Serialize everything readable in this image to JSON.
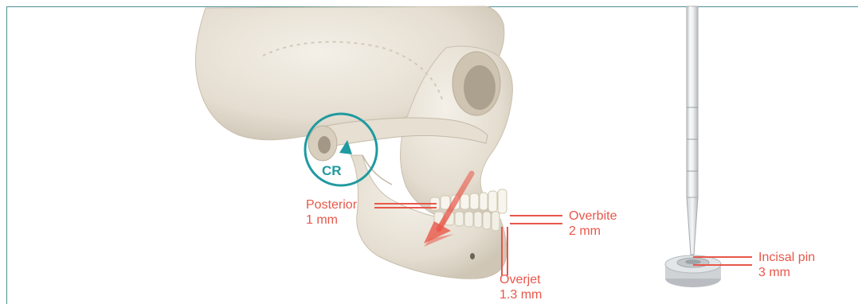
{
  "colors": {
    "accent_red": "#e8574a",
    "accent_teal": "#1f9aa0",
    "bone": "#e9e3d8",
    "frame": "#4f8f93"
  },
  "labels": {
    "cr": "CR",
    "posterior": {
      "name": "Posterior",
      "value": "1 mm"
    },
    "overbite": {
      "name": "Overbite",
      "value": "2 mm"
    },
    "overjet": {
      "name": "Overjet",
      "value": "1.3 mm"
    },
    "incisal_pin": {
      "name": "Incisal pin",
      "value": "3 mm"
    }
  }
}
